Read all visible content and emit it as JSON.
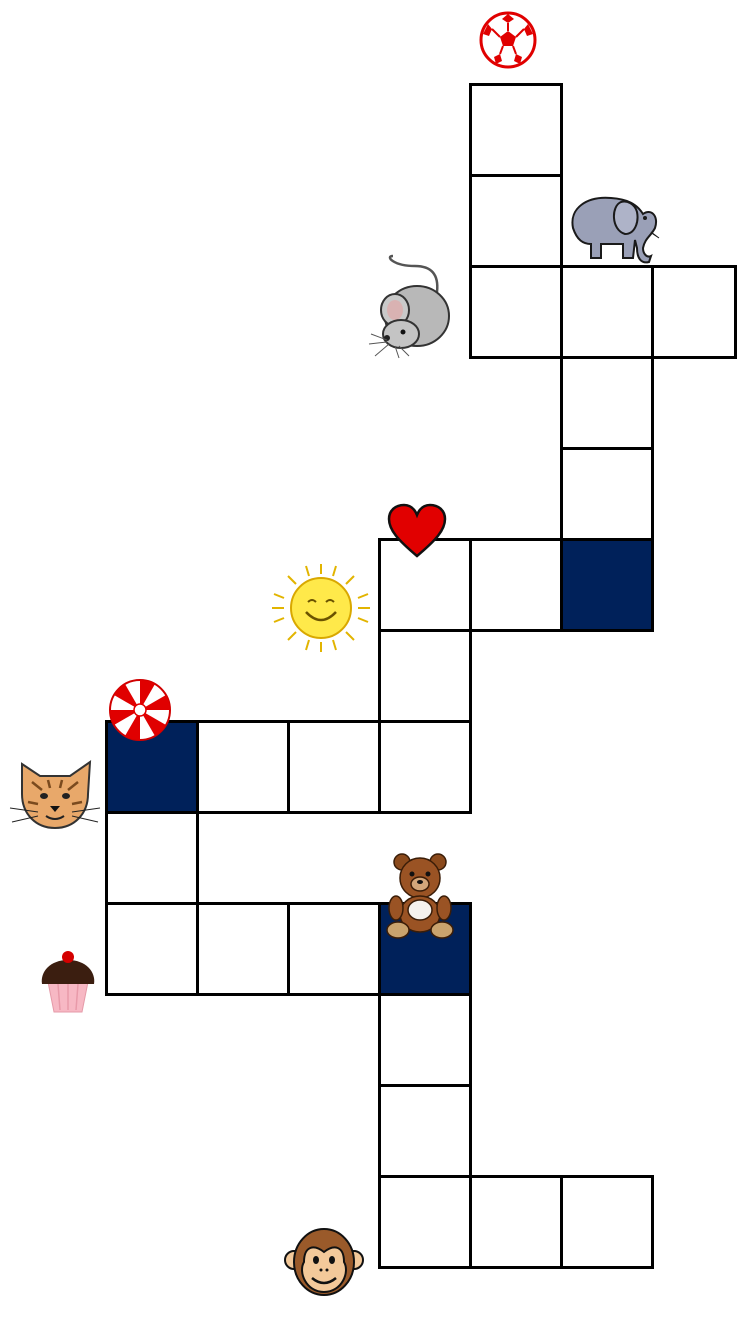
{
  "puzzle": {
    "filled_color": "#00215a",
    "grid_color": "#000000",
    "board_background": "#ffffff",
    "cells": [
      {
        "row": 0,
        "col": 5,
        "filled": false
      },
      {
        "row": 1,
        "col": 5,
        "filled": false
      },
      {
        "row": 2,
        "col": 5,
        "filled": false
      },
      {
        "row": 2,
        "col": 6,
        "filled": false
      },
      {
        "row": 2,
        "col": 7,
        "filled": false
      },
      {
        "row": 3,
        "col": 6,
        "filled": false
      },
      {
        "row": 4,
        "col": 6,
        "filled": false
      },
      {
        "row": 5,
        "col": 4,
        "filled": false
      },
      {
        "row": 5,
        "col": 5,
        "filled": false
      },
      {
        "row": 5,
        "col": 6,
        "filled": true
      },
      {
        "row": 6,
        "col": 4,
        "filled": false
      },
      {
        "row": 7,
        "col": 1,
        "filled": true
      },
      {
        "row": 7,
        "col": 2,
        "filled": false
      },
      {
        "row": 7,
        "col": 3,
        "filled": false
      },
      {
        "row": 7,
        "col": 4,
        "filled": false
      },
      {
        "row": 8,
        "col": 1,
        "filled": false
      },
      {
        "row": 9,
        "col": 1,
        "filled": false
      },
      {
        "row": 9,
        "col": 2,
        "filled": false
      },
      {
        "row": 9,
        "col": 3,
        "filled": false
      },
      {
        "row": 9,
        "col": 4,
        "filled": true
      },
      {
        "row": 10,
        "col": 4,
        "filled": false
      },
      {
        "row": 11,
        "col": 4,
        "filled": false
      },
      {
        "row": 12,
        "col": 4,
        "filled": false
      },
      {
        "row": 12,
        "col": 5,
        "filled": false
      },
      {
        "row": 12,
        "col": 6,
        "filled": false
      }
    ],
    "clues": [
      {
        "icon": "soccer-ball-icon"
      },
      {
        "icon": "elephant-icon"
      },
      {
        "icon": "mouse-icon"
      },
      {
        "icon": "heart-icon"
      },
      {
        "icon": "sun-icon"
      },
      {
        "icon": "peppermint-candy-icon"
      },
      {
        "icon": "cat-icon"
      },
      {
        "icon": "teddy-bear-icon"
      },
      {
        "icon": "cupcake-icon"
      },
      {
        "icon": "monkey-icon"
      }
    ]
  }
}
